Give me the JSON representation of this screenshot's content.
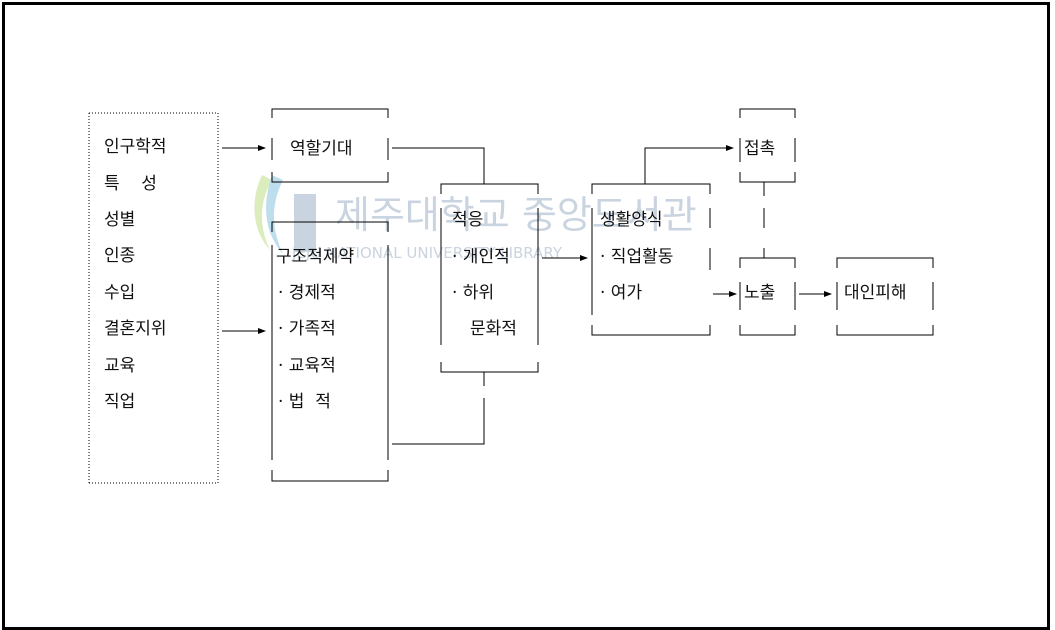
{
  "watermark": {
    "korean": "제주대학교 중앙도서관",
    "english": "JEJU NATIONAL UNIVERSITY LIBRARY"
  },
  "boxes": {
    "demographic": {
      "lines": [
        "인구학적",
        "특    성",
        "성별",
        "인종",
        "수입",
        "결혼지위",
        "교육",
        "직업"
      ]
    },
    "role_expectation": {
      "title": "역할기대"
    },
    "structural_constraint": {
      "title": "구조적제약",
      "items": [
        "· 경제적",
        "· 가족적",
        "· 교육적",
        "· 법  적"
      ]
    },
    "adaptation": {
      "title": "적응",
      "items": [
        "· 개인적",
        "· 하위",
        "문화적"
      ]
    },
    "lifestyle": {
      "title": "생활양식",
      "items": [
        "· 직업활동",
        "· 여가"
      ]
    },
    "contact": {
      "title": "접촉"
    },
    "exposure": {
      "title": "노출"
    },
    "victimization": {
      "title": "대인피해"
    }
  }
}
